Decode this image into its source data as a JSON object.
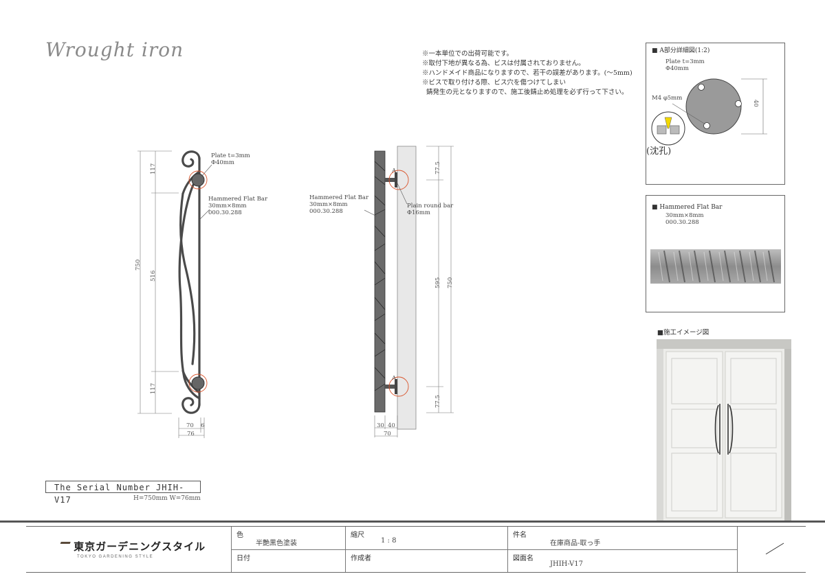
{
  "header": {
    "title": "Wrought iron"
  },
  "notes": [
    "※一本単位での出荷可能です。",
    "※取付下地が異なる為、ビスは付属されておりません。",
    "※ハンドメイド商品になりますので、若干の誤差があります。(～5mm)",
    "※ビスで取り付ける際、ビス穴を傷つけてしまい",
    "  錆発生の元となりますので、施工後錆止め処理を必ず行って下さい。"
  ],
  "front_view": {
    "plate_label": "Plate  t=3mm",
    "plate_diameter": "Φ40mm",
    "bar_label": "Hammered Flat Bar",
    "bar_size": "30mm×8mm",
    "bar_code": "000.30.288",
    "dim_total": "750",
    "dim_top": "117",
    "dim_mid": "516",
    "dim_bottom": "117",
    "dim_width_a": "70",
    "dim_width_b": "6",
    "dim_width_total": "76"
  },
  "side_view": {
    "bar_label": "Hammered Flat Bar",
    "bar_size": "30mm×8mm",
    "bar_code": "000.30.288",
    "round_bar_label": "Plain round bar",
    "round_bar_diameter": "Φ16mm",
    "detail_marker": "A",
    "dim_top": "77.5",
    "dim_mid": "595",
    "dim_bottom": "77.5",
    "dim_total": "750",
    "dim_depth_a": "30",
    "dim_depth_b": "40",
    "dim_depth_total": "70"
  },
  "detail_panel": {
    "title": "■  A部分詳細図(1:2)",
    "plate_label": "Plate  t=3mm",
    "plate_diameter": "Φ40mm",
    "screw_label": "M4 φ5mm",
    "countersink_label": "(沈孔)",
    "dim_height": "40"
  },
  "bar_panel": {
    "title": "■  Hammered Flat Bar",
    "size": "30mm×8mm",
    "code": "000.30.288"
  },
  "photo": {
    "label": "■施工イメージ図"
  },
  "serial": {
    "label": "The Serial Number JHIH-V17",
    "size": "H=750mm  W=76mm"
  },
  "title_block": {
    "logo_text": "東京ガーデニングスタイル",
    "logo_sub": "TOKYO GARDENING STYLE",
    "color_label": "色",
    "color_value": "半艶黒色塗装",
    "scale_label": "縮尺",
    "scale_value": "1 : 8",
    "subject_label": "件名",
    "subject_value": "在庫商品-取っ手",
    "date_label": "日付",
    "date_value": "",
    "author_label": "作成者",
    "author_value": "",
    "drawing_label": "図面名",
    "drawing_value": "JHIH-V17"
  },
  "colors": {
    "iron": "#5a5a5a",
    "accent_circle": "#d9542c",
    "plate": "#9a9a9a",
    "door": "#f2f2f0",
    "tb_rule": "#555555"
  }
}
